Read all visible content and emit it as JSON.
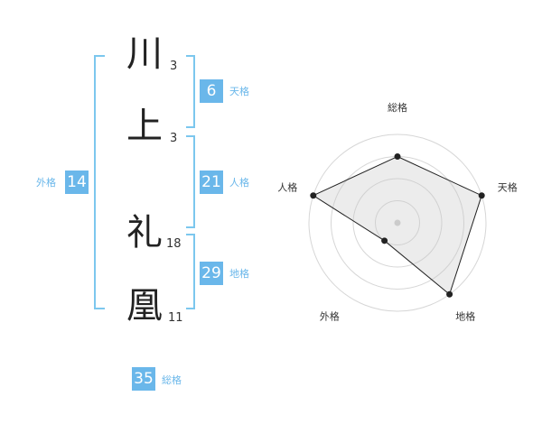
{
  "name": {
    "surname": [
      {
        "char": "川",
        "strokes": "3"
      },
      {
        "char": "上",
        "strokes": "3"
      }
    ],
    "given": [
      {
        "char": "礼",
        "strokes": "18"
      },
      {
        "char": "凰",
        "strokes": "11"
      }
    ]
  },
  "fortunes": {
    "ten": {
      "value": "6",
      "label": "天格"
    },
    "jin": {
      "value": "21",
      "label": "人格"
    },
    "chi": {
      "value": "29",
      "label": "地格"
    },
    "gai": {
      "value": "14",
      "label": "外格"
    },
    "sou": {
      "value": "35",
      "label": "総格"
    }
  },
  "colors": {
    "accent": "#6ab7ea",
    "bracket": "#7cc7ee"
  },
  "chart_data": {
    "type": "radar",
    "axes": [
      "総格",
      "天格",
      "地格",
      "外格",
      "人格"
    ],
    "levels": 4,
    "max": 4,
    "values": [
      3,
      4,
      4,
      1,
      4
    ]
  }
}
